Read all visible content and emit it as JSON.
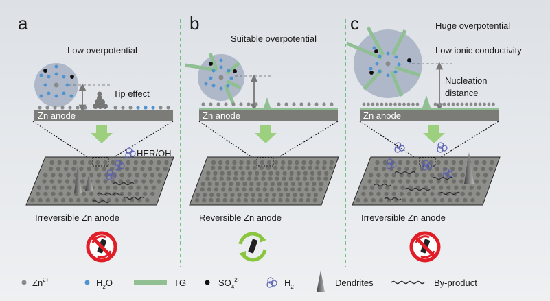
{
  "panels": [
    {
      "letter": "a",
      "notes": [
        "Low overpotential",
        "Tip effect"
      ],
      "anode": "Zn anode",
      "side": "HER/OH",
      "caption": "Irreversible Zn anode"
    },
    {
      "letter": "b",
      "notes": [
        "Suitable overpotential"
      ],
      "anode": "Zn anode",
      "caption": "Reversible Zn anode"
    },
    {
      "letter": "c",
      "notes": [
        "Huge overpotential",
        "Low ionic conductivity",
        "Nucleation",
        "distance"
      ],
      "anode": "Zn anode",
      "caption": "Irreversible Zn anode"
    }
  ],
  "legend": [
    {
      "id": "zn",
      "base": "Zn",
      "sup": "2+",
      "sub": "",
      "icon": "gray-dot"
    },
    {
      "id": "h2o",
      "base": "H",
      "sub": "2",
      "tail": "O",
      "icon": "blue-dot"
    },
    {
      "id": "tg",
      "base": "TG",
      "icon": "green-bar"
    },
    {
      "id": "so4",
      "base": "SO",
      "sub": "4",
      "sup": "2-",
      "icon": "black-dot"
    },
    {
      "id": "h2",
      "base": "H",
      "sub": "2",
      "icon": "bubble-icon"
    },
    {
      "id": "dendrites",
      "base": "Dendrites",
      "icon": "cone-icon"
    },
    {
      "id": "byproduct",
      "base": "By-product",
      "icon": "wave-icon"
    }
  ],
  "colors": {
    "anode": "#7b7b78",
    "green": "#8cc77f",
    "tg": "#8fbf92",
    "zn": "#8a8a8a",
    "water": "#4f93d0",
    "sulfate": "#111111",
    "shell": "#aeb8c8",
    "bubble": "#5a5fb0",
    "red": "#e11d27",
    "divider": "#3aaa4a"
  }
}
